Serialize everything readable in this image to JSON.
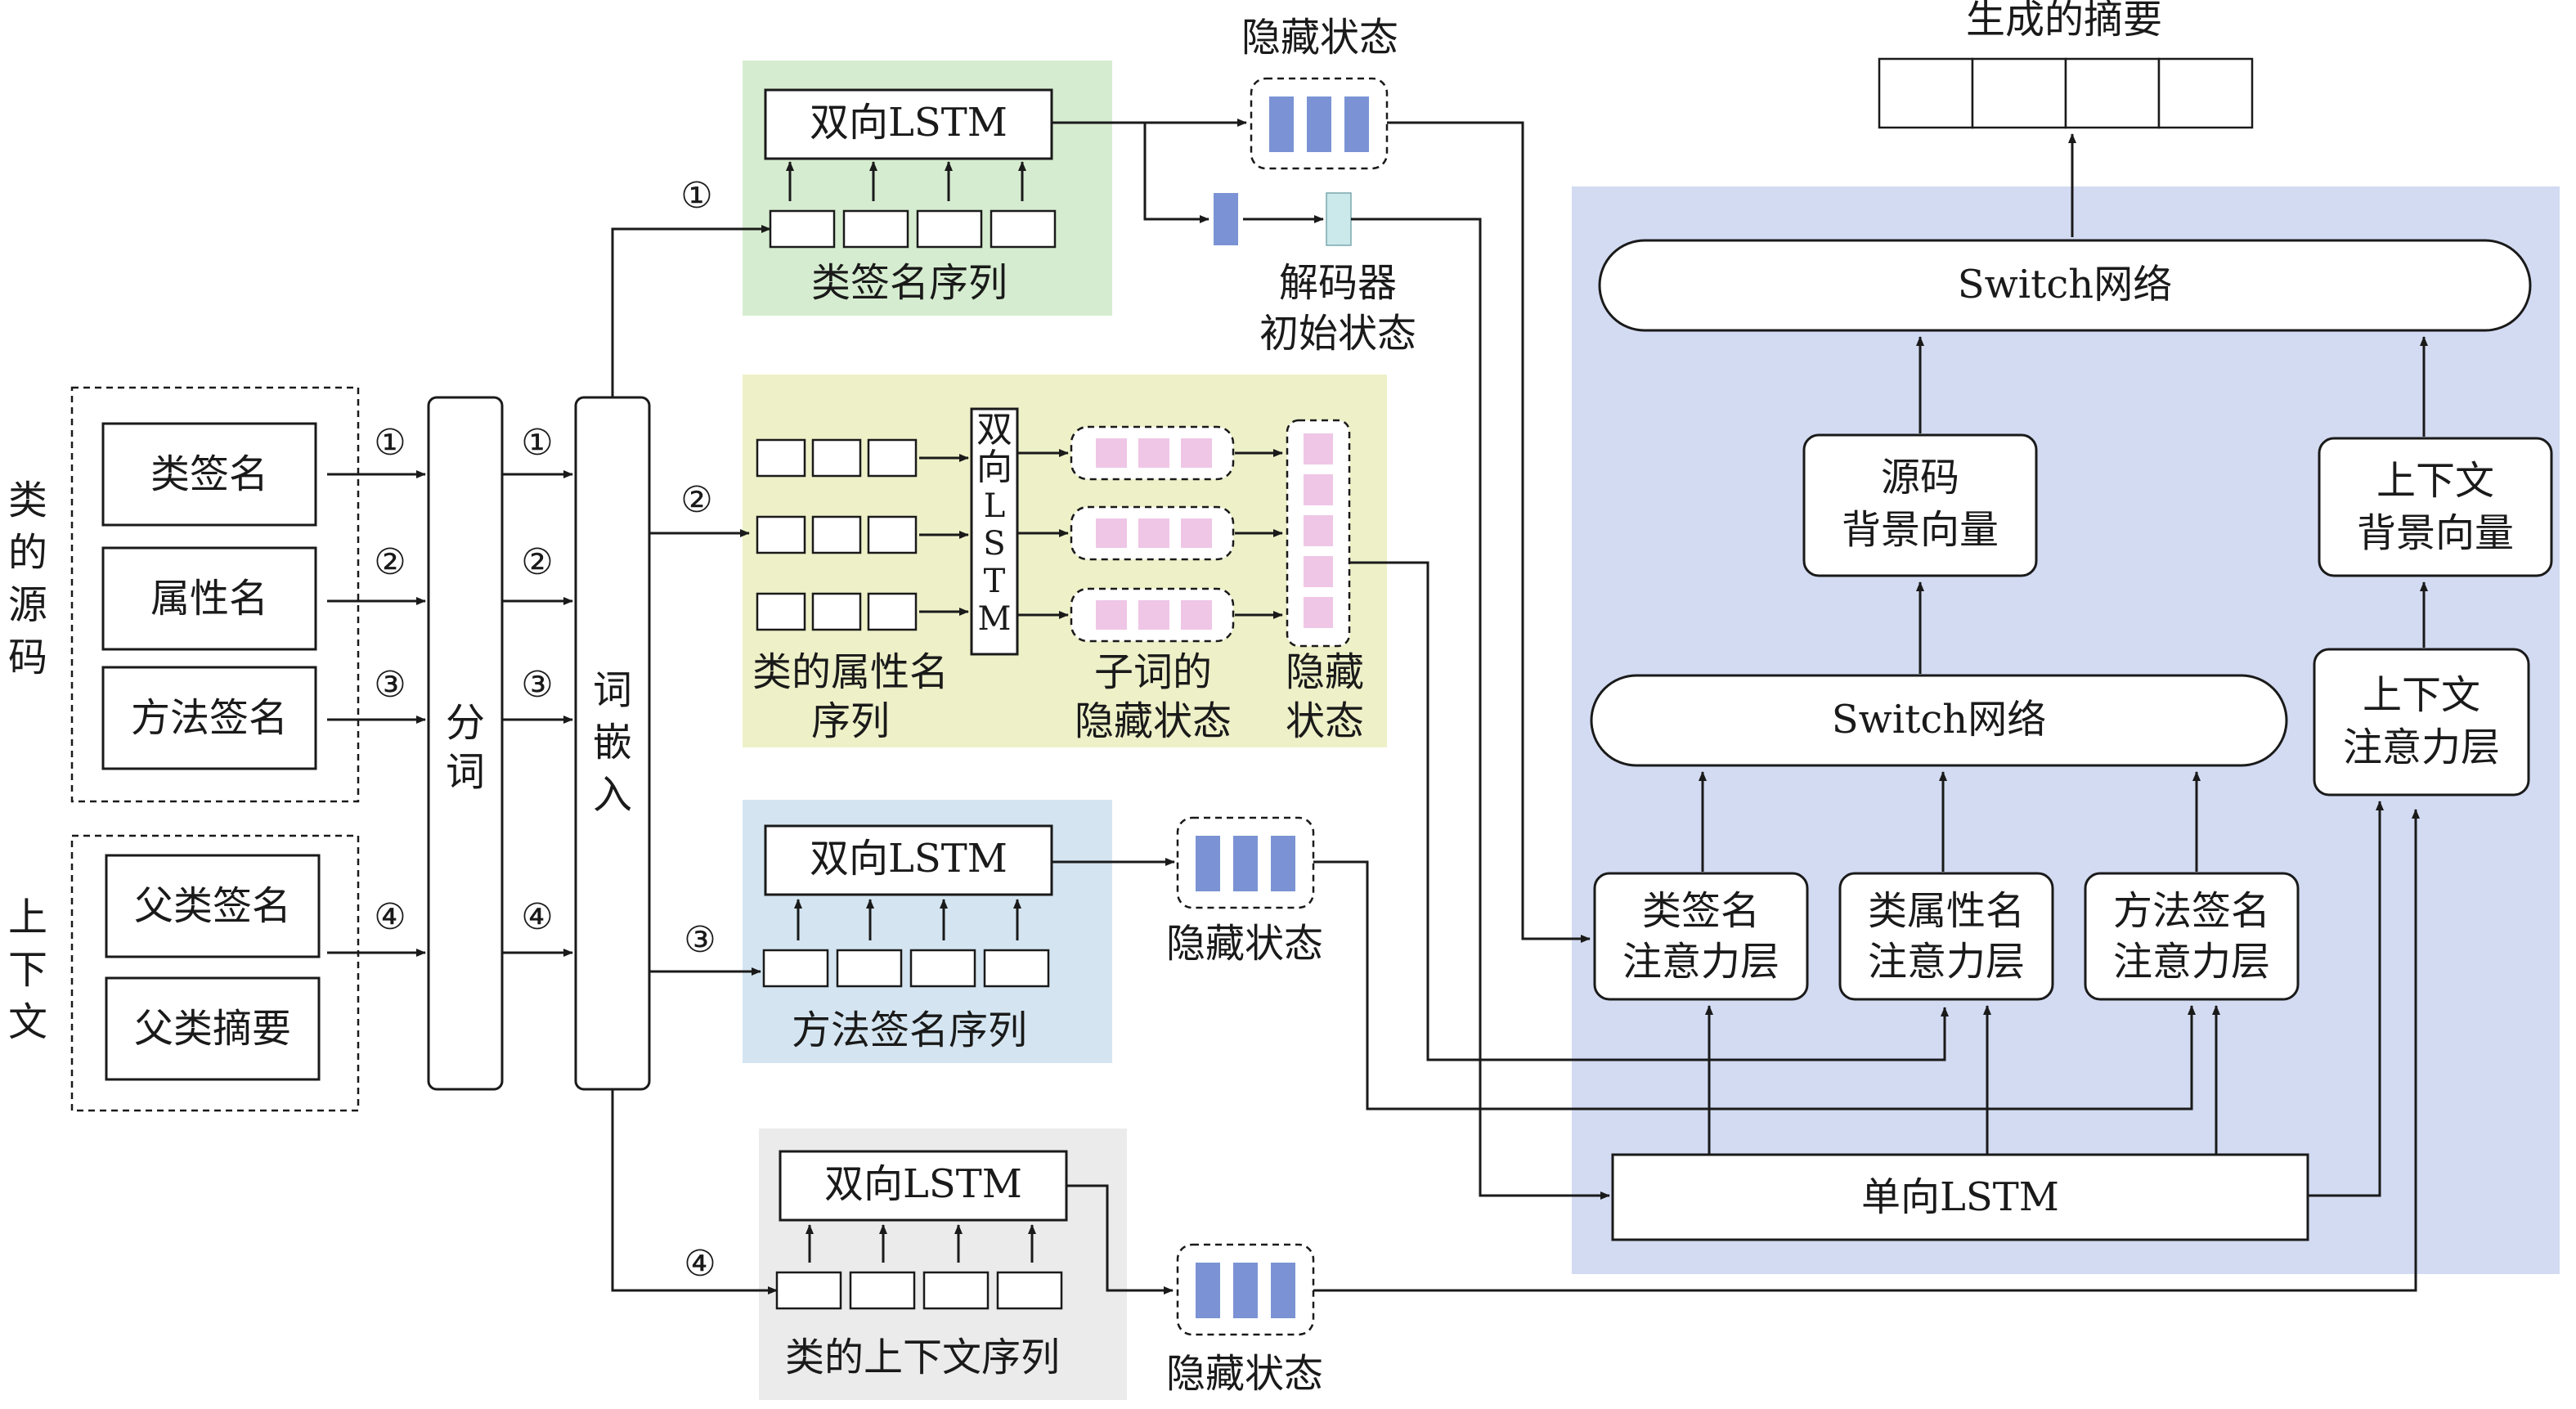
{
  "colors": {
    "panel_main": "#d3dbf2",
    "panel_green": "#d6ecd0",
    "panel_yellow": "#eef0c8",
    "panel_blue": "#d4e5f1",
    "panel_gray": "#ebebeb",
    "hidden_blue": "#7b93d4",
    "subword_pink": "#efc6e6",
    "decoder_cyan": "#cbe8ea"
  },
  "left": {
    "source_label": "类的源码",
    "context_label": "上下文",
    "items": [
      "类签名",
      "属性名",
      "方法签名",
      "父类签名",
      "父类摘要"
    ],
    "markers": [
      "①",
      "②",
      "③",
      "④"
    ],
    "tokenize": "分词",
    "embed": "词嵌入"
  },
  "branch1": {
    "lstm": "双向LSTM",
    "seq_label": "类签名序列",
    "hidden_label": "隐藏状态",
    "decoder_init_line1": "解码器",
    "decoder_init_line2": "初始状态"
  },
  "branch2": {
    "lstm_vertical": "双向LSTM",
    "seq_label_line1": "类的属性名",
    "seq_label_line2": "序列",
    "subword_line1": "子词的",
    "subword_line2": "隐藏状态",
    "hidden_line1": "隐藏",
    "hidden_line2": "状态"
  },
  "branch3": {
    "lstm": "双向LSTM",
    "seq_label": "方法签名序列",
    "hidden_label": "隐藏状态"
  },
  "branch4": {
    "lstm": "双向LSTM",
    "seq_label": "类的上下文序列",
    "hidden_label": "隐藏状态"
  },
  "right": {
    "output_label": "生成的摘要",
    "switch_top": "Switch网络",
    "source_bg_line1": "源码",
    "source_bg_line2": "背景向量",
    "context_bg_line1": "上下文",
    "context_bg_line2": "背景向量",
    "switch_mid": "Switch网络",
    "context_att_line1": "上下文",
    "context_att_line2": "注意力层",
    "att1_line1": "类签名",
    "att1_line2": "注意力层",
    "att2_line1": "类属性名",
    "att2_line2": "注意力层",
    "att3_line1": "方法签名",
    "att3_line2": "注意力层",
    "decoder_lstm": "单向LSTM"
  }
}
